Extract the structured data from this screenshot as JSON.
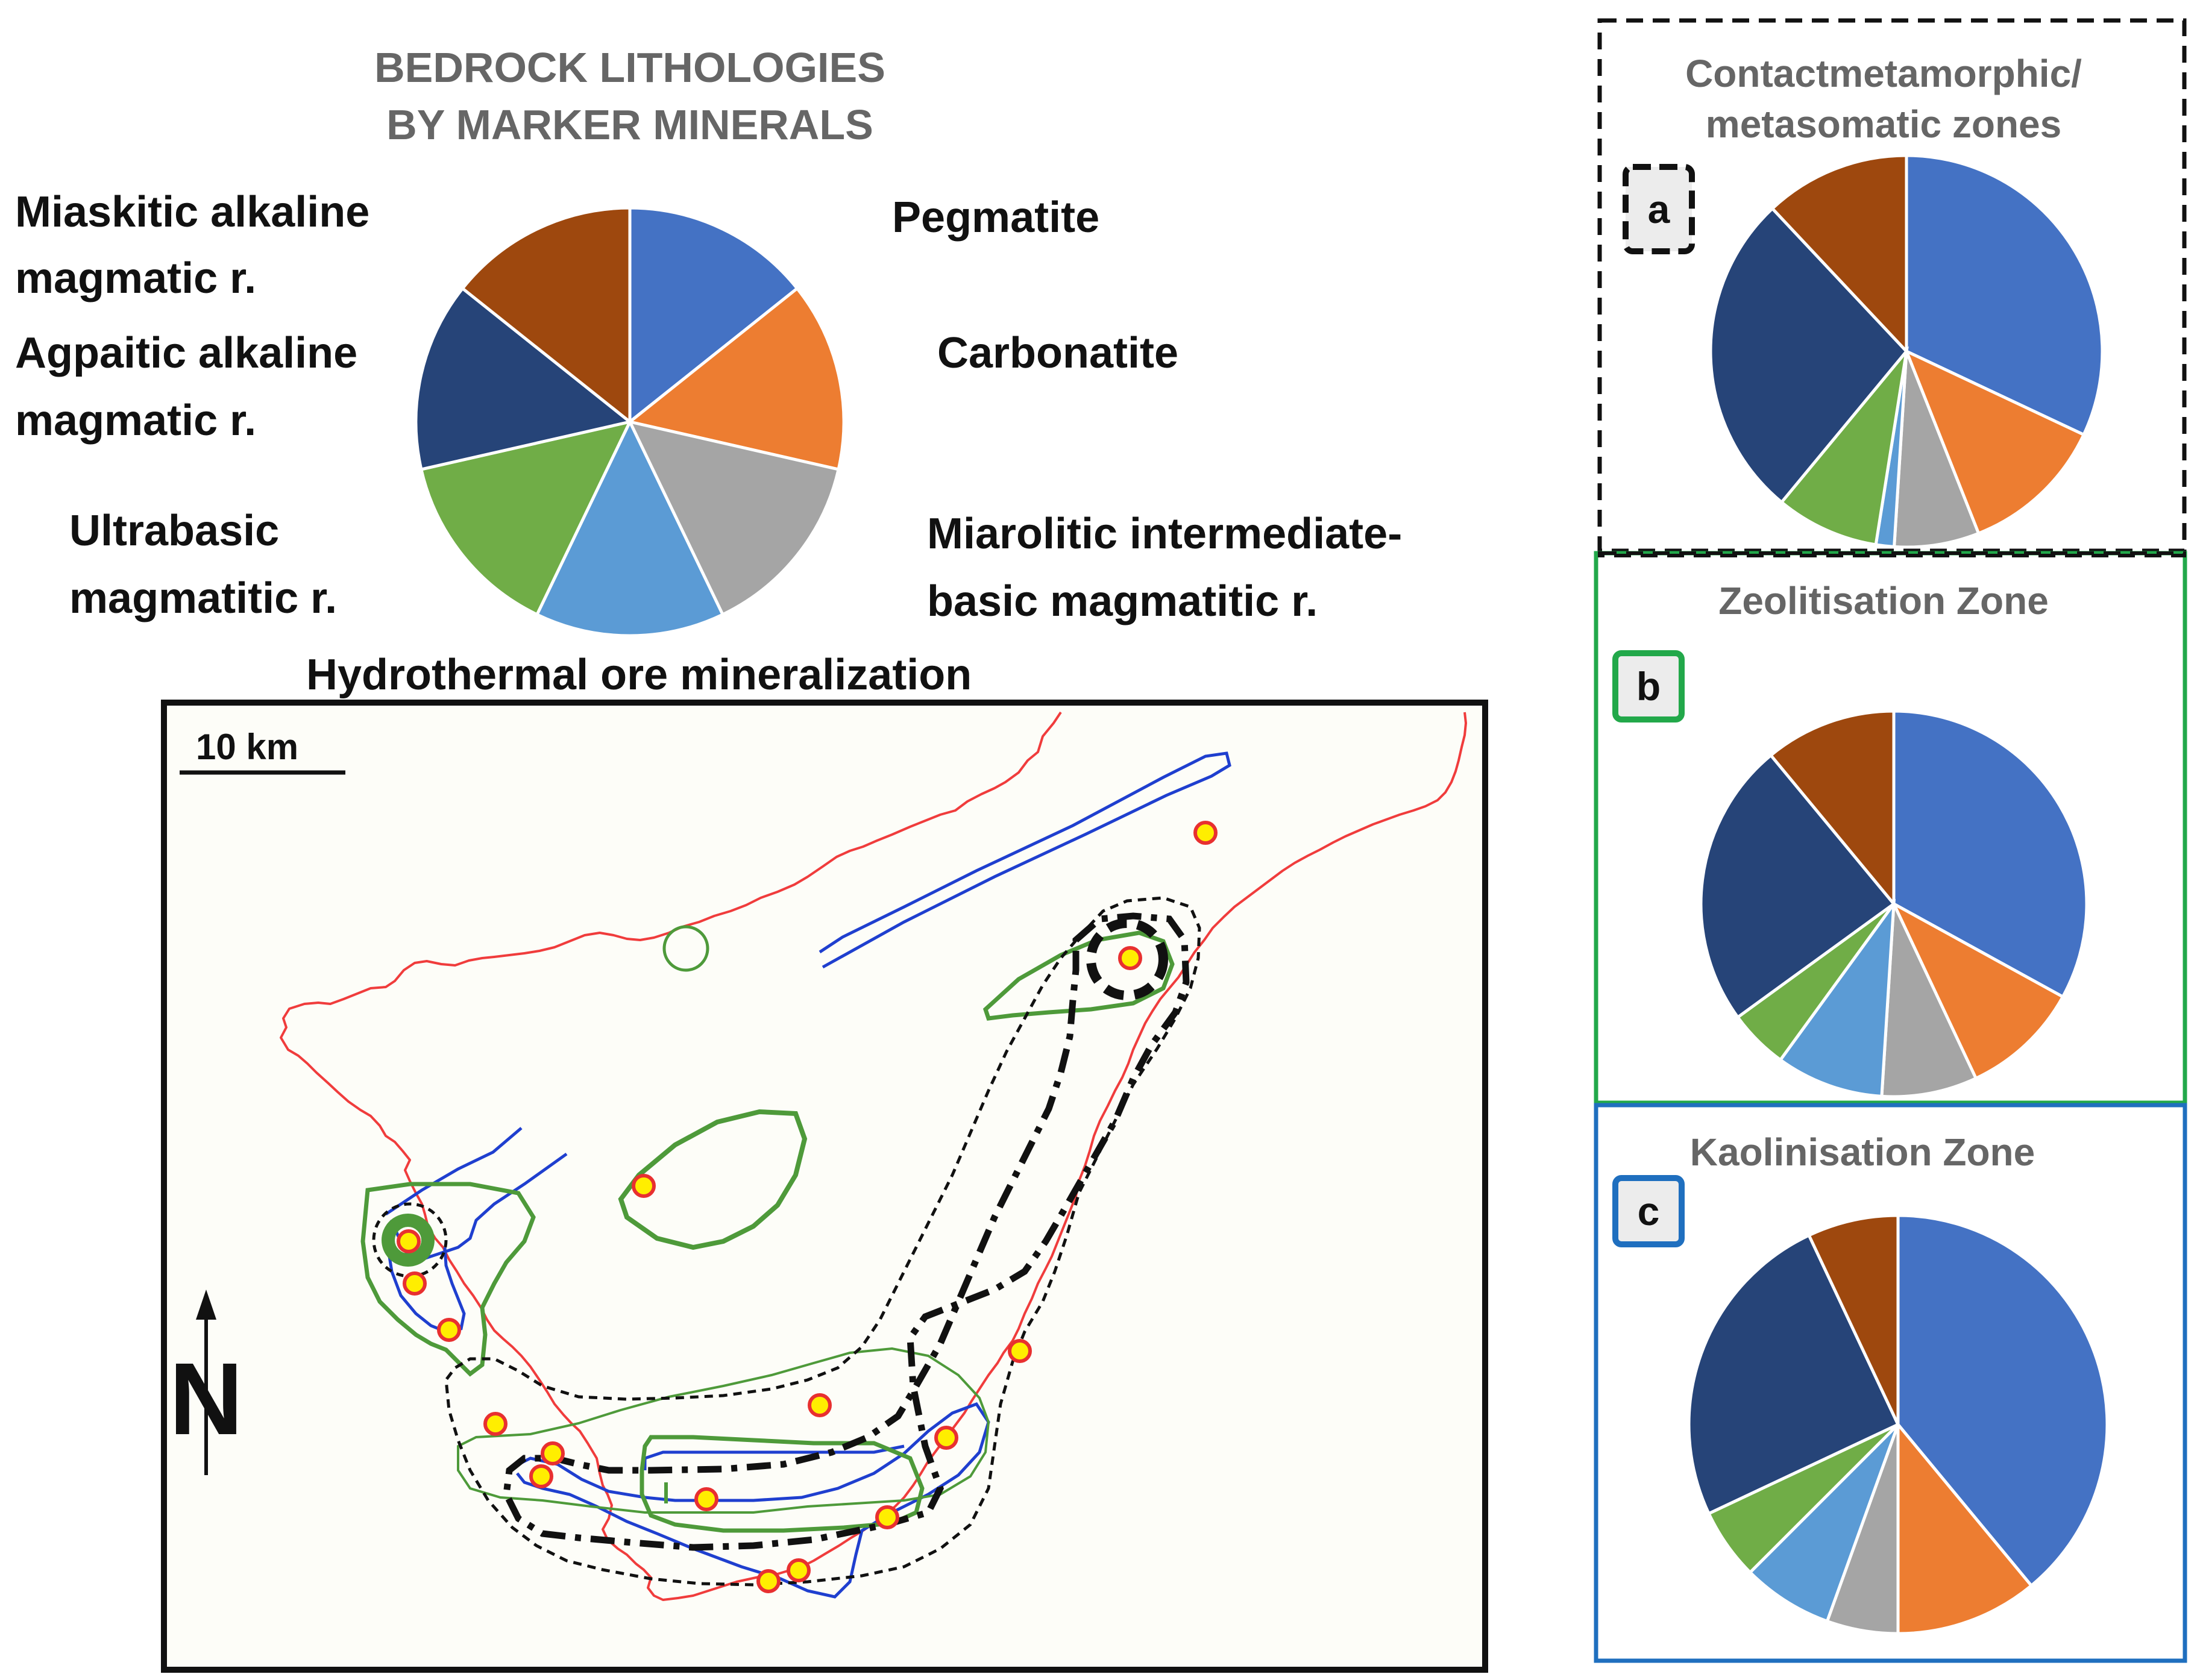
{
  "header": {
    "title_line1": "BEDROCK LITHOLOGIES",
    "title_line2": "BY MARKER MINERALS"
  },
  "legend_labels": {
    "miaskitic_l1": "Miaskitic alkaline",
    "miaskitic_l2": "magmatic r.",
    "agpaitic_l1": "Agpaitic alkaline",
    "agpaitic_l2": "magmatic r.",
    "ultrabasic_l1": "Ultrabasic",
    "ultrabasic_l2": "magmatitic r.",
    "pegmatite": "Pegmatite",
    "carbonatite": "Carbonatite",
    "miarolitic_l1": "Miarolitic intermediate-",
    "miarolitic_l2": "basic magmatitic r.",
    "hydrothermal": "Hydrothermal ore mineralization"
  },
  "colors": {
    "pegmatite": "#4472c4",
    "carbonatite": "#ed7d31",
    "miarolitic": "#a5a5a5",
    "hydrothermal": "#5b9bd5",
    "ultrabasic": "#70ad47",
    "agpaitic": "#264478",
    "miaskitic": "#9e480e",
    "zone_contact_border": "#111111",
    "zone_zeolite_border": "#22a84a",
    "zone_kaolin_border": "#1f6fbf",
    "map_coast": "#f03c3c",
    "map_blue": "#1f3fcf",
    "map_green": "#4e9a3a",
    "map_point_fill": "#ffee00",
    "map_point_stroke": "#e83030"
  },
  "chart_data": [
    {
      "type": "pie",
      "id": "bedrock",
      "title": "BEDROCK LITHOLOGIES BY MARKER MINERALS",
      "categories": [
        "Pegmatite",
        "Carbonatite",
        "Miarolitic intermediate-basic magmatitic r.",
        "Hydrothermal ore mineralization",
        "Ultrabasic magmatitic r.",
        "Agpaitic alkaline magmatic r.",
        "Miaskitic alkaline magmatic r."
      ],
      "values": [
        14.3,
        14.3,
        14.3,
        14.3,
        14.3,
        14.3,
        14.3
      ]
    },
    {
      "type": "pie",
      "id": "a",
      "title": "Contactmetamorphic/ metasomatic zones",
      "categories": [
        "Pegmatite",
        "Carbonatite",
        "Miarolitic intermediate-basic magmatitic r.",
        "Hydrothermal ore mineralization",
        "Ultrabasic magmatitic r.",
        "Agpaitic alkaline magmatic r.",
        "Miaskitic alkaline magmatic r."
      ],
      "values": [
        32,
        12,
        7,
        1.5,
        8.5,
        27,
        12
      ]
    },
    {
      "type": "pie",
      "id": "b",
      "title": "Zeolitisation Zone",
      "categories": [
        "Pegmatite",
        "Carbonatite",
        "Miarolitic intermediate-basic magmatitic r.",
        "Hydrothermal ore mineralization",
        "Ultrabasic magmatitic r.",
        "Agpaitic alkaline magmatic r.",
        "Miaskitic alkaline magmatic r."
      ],
      "values": [
        33,
        10,
        8,
        9,
        5,
        24,
        11
      ]
    },
    {
      "type": "pie",
      "id": "c",
      "title": "Kaolinisation Zone",
      "categories": [
        "Pegmatite",
        "Carbonatite",
        "Miarolitic intermediate-basic magmatitic r.",
        "Hydrothermal ore mineralization",
        "Ultrabasic magmatitic r.",
        "Agpaitic alkaline magmatic r.",
        "Miaskitic alkaline magmatic r."
      ],
      "values": [
        39,
        11,
        5.5,
        7,
        5.5,
        25,
        7
      ]
    }
  ],
  "panels": {
    "a": {
      "badge": "a",
      "title_l1": "Contactmetamorphic/",
      "title_l2": "metasomatic zones"
    },
    "b": {
      "badge": "b",
      "title": "Zeolitisation Zone"
    },
    "c": {
      "badge": "c",
      "title": "Kaolinisation Zone"
    }
  },
  "map": {
    "scale_label": "10 km",
    "north_label": "N"
  }
}
